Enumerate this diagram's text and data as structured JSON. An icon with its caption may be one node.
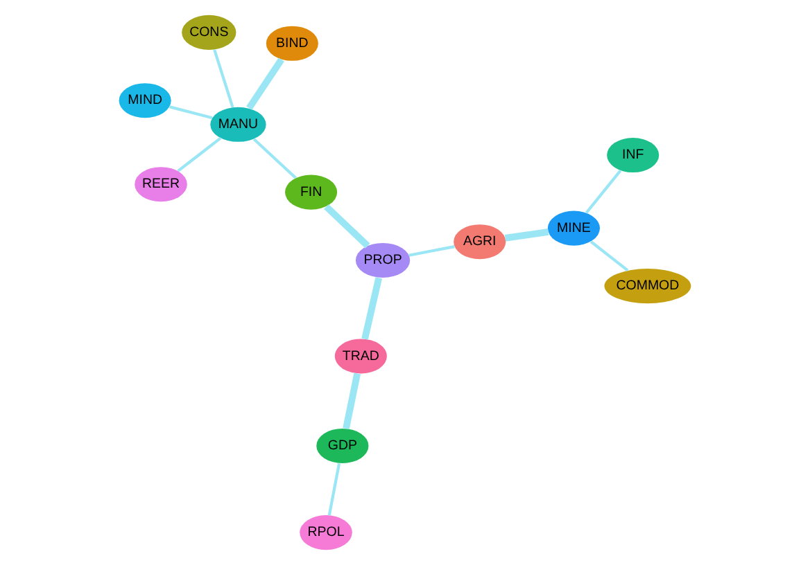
{
  "diagram": {
    "nodes": [
      {
        "text": [
          "REER"
        ]
      },
      {
        "text": [
          "CONS"
        ]
      },
      {
        "text": [
          "RPOL"
        ]
      },
      {
        "text": [
          "MIND"
        ]
      },
      {
        "text": [
          "MANU"
        ]
      },
      {
        "text": [
          "GDP"
        ]
      },
      {
        "text": [
          "FIN"
        ]
      },
      {
        "text": [
          "BIND"
        ]
      },
      {
        "text": [
          "PROP"
        ]
      },
      {
        "text": [
          "TRAD"
        ]
      },
      {
        "text": [
          "AGRI"
        ]
      },
      {
        "text": [
          "INF"
        ]
      },
      {
        "text": [
          "MINE"
        ]
      },
      {
        "text": [
          "COMMOD"
        ]
      }
    ],
    "edges": [
      {
        "from": 4,
        "to": 0,
        "arrow": "none"
      },
      {
        "from": 4,
        "to": 1,
        "arrow": "none"
      },
      {
        "from": 4,
        "to": 3,
        "arrow": "none"
      },
      {
        "from": 4,
        "to": 7,
        "arrow": "none",
        "style": "thick"
      },
      {
        "from": 4,
        "to": 6,
        "arrow": "none"
      },
      {
        "from": 6,
        "to": 8,
        "arrow": "none",
        "style": "thick"
      },
      {
        "from": 8,
        "to": 9,
        "arrow": "none",
        "style": "thick"
      },
      {
        "from": 9,
        "to": 5,
        "arrow": "none",
        "style": "thick"
      },
      {
        "from": 5,
        "to": 2,
        "arrow": "none"
      },
      {
        "from": 8,
        "to": 10,
        "arrow": "none"
      },
      {
        "from": 10,
        "to": 12,
        "arrow": "none",
        "style": "thick"
      },
      {
        "from": 12,
        "to": 11,
        "arrow": "none"
      },
      {
        "from": 12,
        "to": 13,
        "arrow": "none"
      }
    ]
  }
}
